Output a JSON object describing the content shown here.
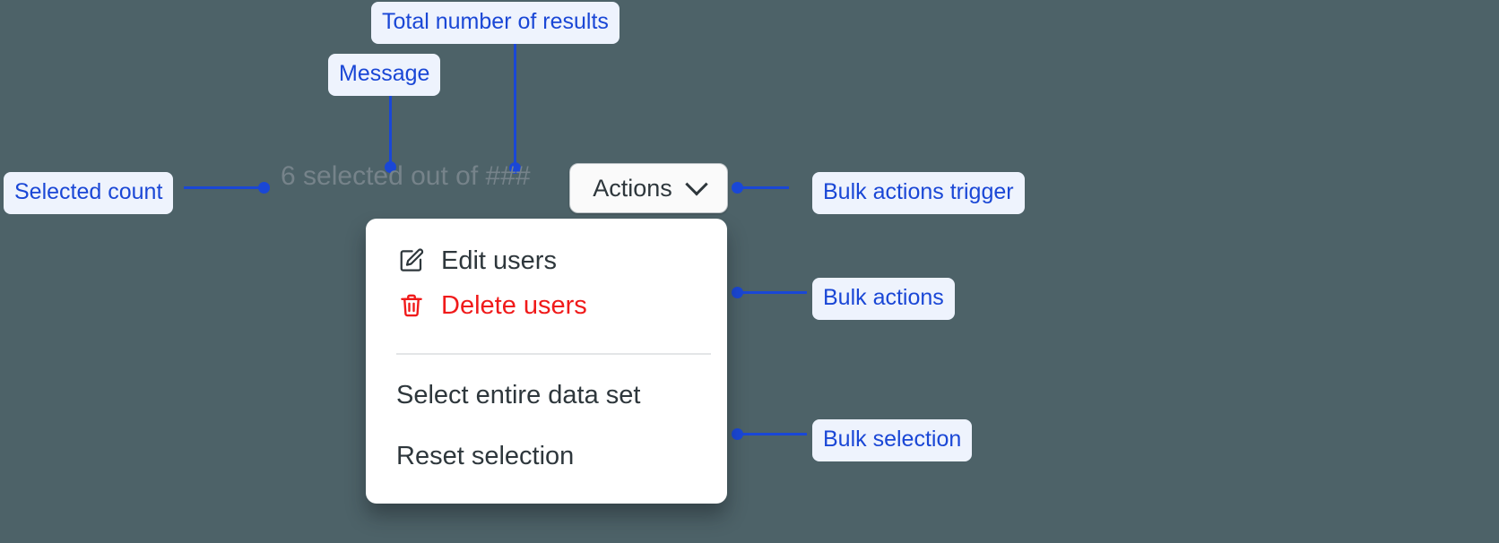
{
  "theme": {
    "background": "#4d6268",
    "annotation_bg": "#eef3fd",
    "annotation_fg": "#1a47d6",
    "connector": "#1a47d6",
    "menu_bg": "#ffffff",
    "danger": "#f01a1a",
    "button_bg": "#fafafa",
    "button_border": "#b9c0c4",
    "text": "#2e373c",
    "muted_text": "#76838a"
  },
  "toolbar": {
    "selected_count": "6",
    "message_text": "selected out of",
    "total_results": "###",
    "full_message": "6 selected out of ###",
    "actions_button_label": "Actions",
    "chevron_icon": "chevron-down-icon"
  },
  "menu": {
    "groups": [
      {
        "name": "bulk-actions",
        "items": [
          {
            "label": "Edit users",
            "icon": "edit-pencil-icon",
            "danger": false
          },
          {
            "label": "Delete users",
            "icon": "trash-icon",
            "danger": true
          }
        ]
      },
      {
        "name": "bulk-selection",
        "items": [
          {
            "label": "Select entire data set",
            "icon": null,
            "danger": false
          },
          {
            "label": "Reset selection",
            "icon": null,
            "danger": false
          }
        ]
      }
    ]
  },
  "annotations": [
    {
      "id": "total-number-of-results",
      "label": "Total number of results"
    },
    {
      "id": "message",
      "label": "Message"
    },
    {
      "id": "selected-count",
      "label": "Selected count"
    },
    {
      "id": "bulk-actions-trigger",
      "label": "Bulk actions trigger"
    },
    {
      "id": "bulk-actions",
      "label": "Bulk actions"
    },
    {
      "id": "bulk-selection",
      "label": "Bulk selection"
    }
  ]
}
